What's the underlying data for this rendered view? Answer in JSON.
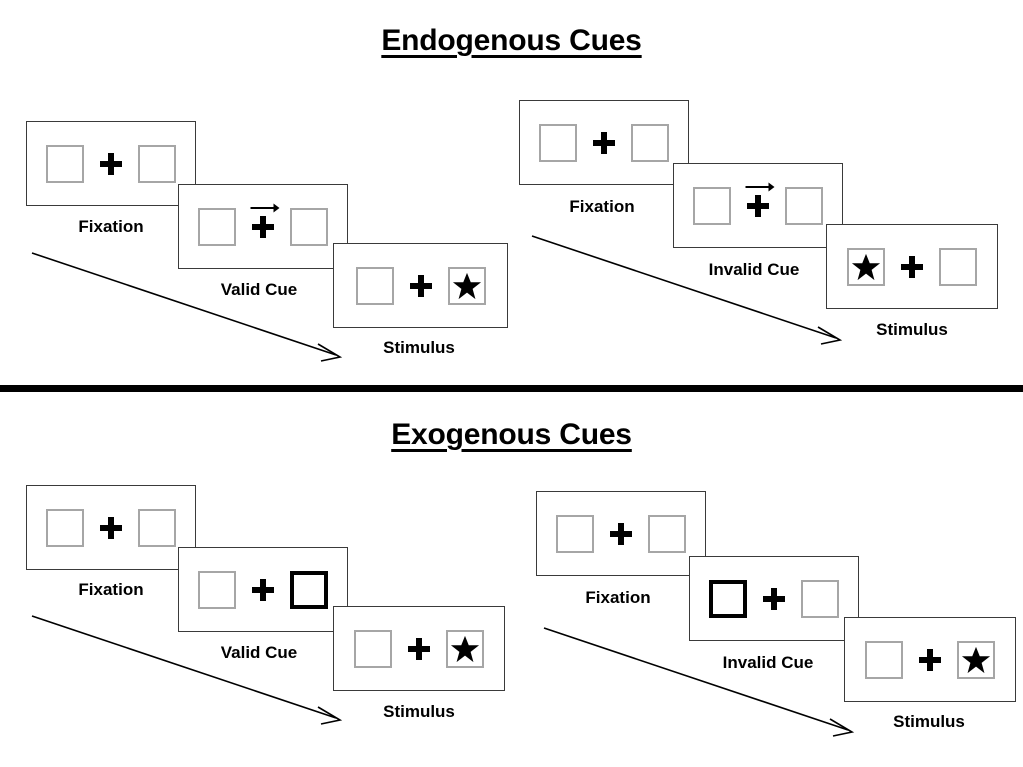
{
  "figure": {
    "sections": [
      {
        "id": "endogenous",
        "title": "Endogenous Cues",
        "groups": [
          {
            "id": "endogenous-valid",
            "condition": "Valid Cue",
            "panels": [
              {
                "caption": "Fixation",
                "left_box": {
                  "cued": false,
                  "star": false
                },
                "right_box": {
                  "cued": false,
                  "star": false
                },
                "arrow_cue": "none"
              },
              {
                "caption": "Valid Cue",
                "left_box": {
                  "cued": false,
                  "star": false
                },
                "right_box": {
                  "cued": false,
                  "star": false
                },
                "arrow_cue": "right"
              },
              {
                "caption": "Stimulus",
                "left_box": {
                  "cued": false,
                  "star": false
                },
                "right_box": {
                  "cued": false,
                  "star": true
                },
                "arrow_cue": "none"
              }
            ]
          },
          {
            "id": "endogenous-invalid",
            "condition": "Invalid Cue",
            "panels": [
              {
                "caption": "Fixation",
                "left_box": {
                  "cued": false,
                  "star": false
                },
                "right_box": {
                  "cued": false,
                  "star": false
                },
                "arrow_cue": "none"
              },
              {
                "caption": "Invalid Cue",
                "left_box": {
                  "cued": false,
                  "star": false
                },
                "right_box": {
                  "cued": false,
                  "star": false
                },
                "arrow_cue": "right"
              },
              {
                "caption": "Stimulus",
                "left_box": {
                  "cued": false,
                  "star": true
                },
                "right_box": {
                  "cued": false,
                  "star": false
                },
                "arrow_cue": "none"
              }
            ]
          }
        ]
      },
      {
        "id": "exogenous",
        "title": "Exogenous Cues",
        "groups": [
          {
            "id": "exogenous-valid",
            "condition": "Valid Cue",
            "panels": [
              {
                "caption": "Fixation",
                "left_box": {
                  "cued": false,
                  "star": false
                },
                "right_box": {
                  "cued": false,
                  "star": false
                },
                "arrow_cue": "none"
              },
              {
                "caption": "Valid Cue",
                "left_box": {
                  "cued": false,
                  "star": false
                },
                "right_box": {
                  "cued": true,
                  "star": false
                },
                "arrow_cue": "none"
              },
              {
                "caption": "Stimulus",
                "left_box": {
                  "cued": false,
                  "star": false
                },
                "right_box": {
                  "cued": false,
                  "star": true
                },
                "arrow_cue": "none"
              }
            ]
          },
          {
            "id": "exogenous-invalid",
            "condition": "Invalid Cue",
            "panels": [
              {
                "caption": "Fixation",
                "left_box": {
                  "cued": false,
                  "star": false
                },
                "right_box": {
                  "cued": false,
                  "star": false
                },
                "arrow_cue": "none"
              },
              {
                "caption": "Invalid Cue",
                "left_box": {
                  "cued": true,
                  "star": false
                },
                "right_box": {
                  "cued": false,
                  "star": false
                },
                "arrow_cue": "none"
              },
              {
                "caption": "Stimulus",
                "left_box": {
                  "cued": false,
                  "star": false
                },
                "right_box": {
                  "cued": false,
                  "star": true
                },
                "arrow_cue": "none"
              }
            ]
          }
        ]
      }
    ],
    "colors": {
      "background": "#ffffff",
      "ink": "#000000",
      "panel_border": "#3a3a3a",
      "box_border": "#a6a6a6",
      "cued_box_border": "#000000",
      "divider": "#000000"
    },
    "icons": {
      "fixation_cross": "plus-cross-icon",
      "target": "star-icon",
      "directional_cue": "arrow-right-icon",
      "sequence": "sequence-arrow-icon"
    }
  }
}
